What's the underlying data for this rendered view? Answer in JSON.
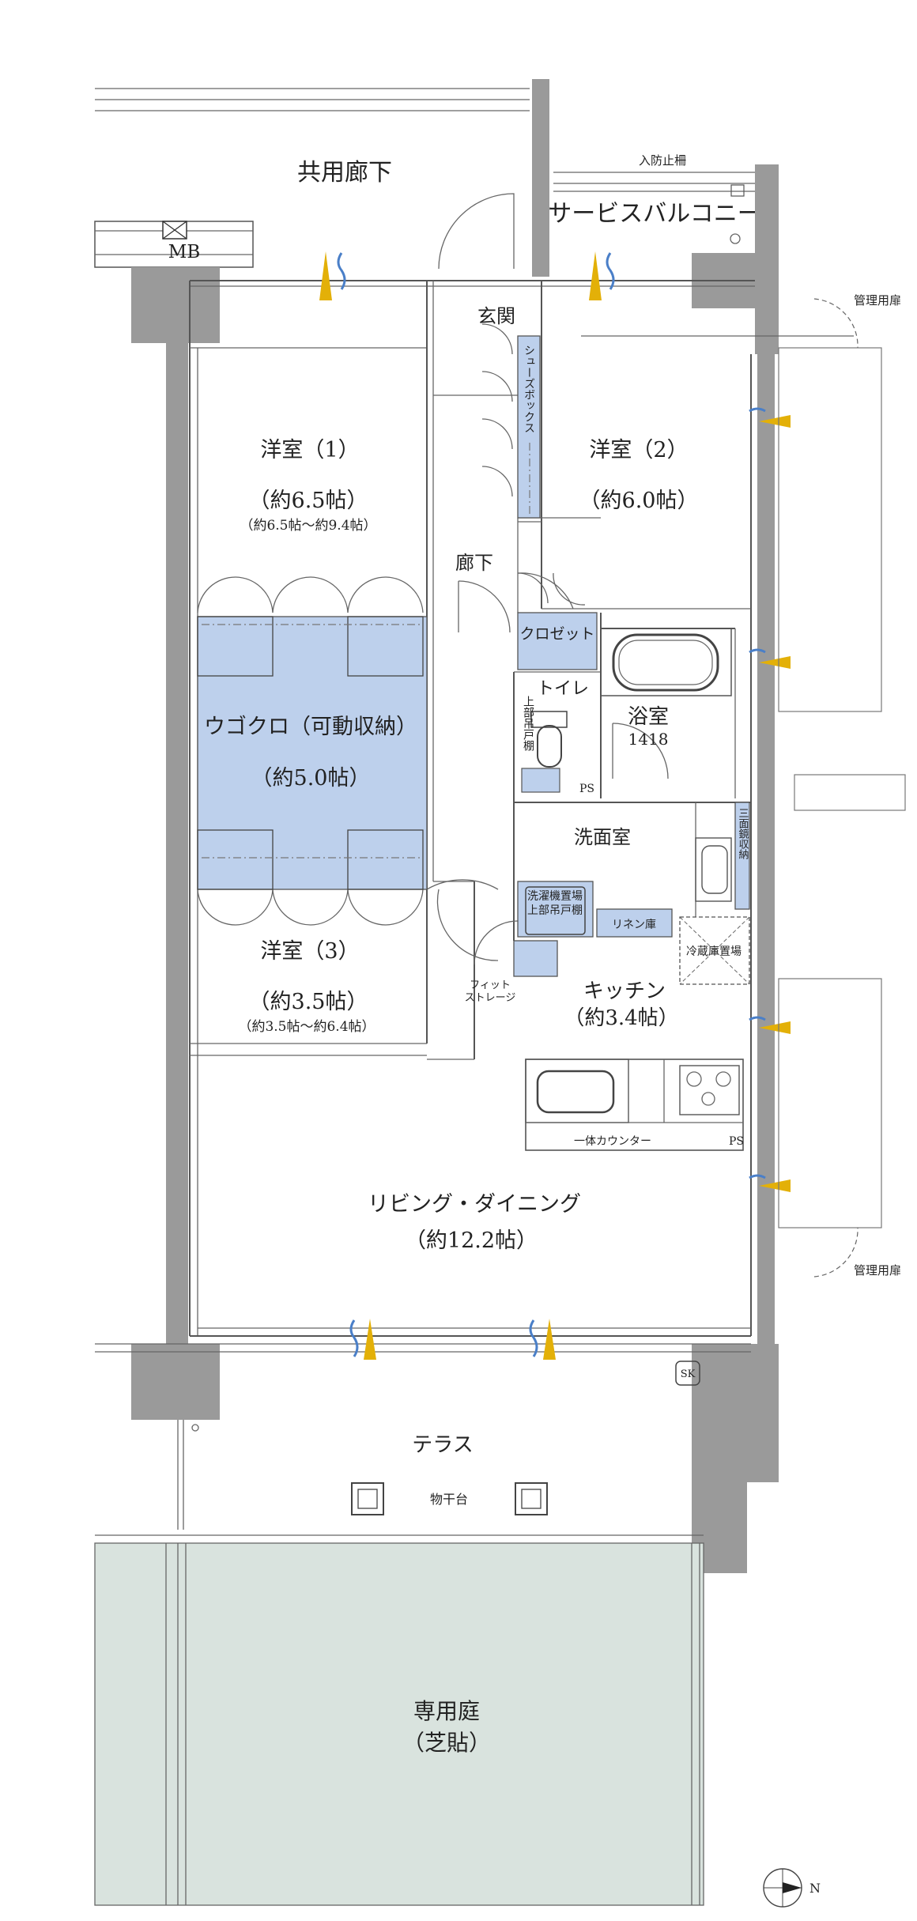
{
  "labels": {
    "corridor": "共用廊下",
    "mb": "MB",
    "fall_prevention": "入防止柵",
    "service_balcony": "サービスバルコニー",
    "management_door_top": "管理用扉",
    "management_door_bottom": "管理用扉",
    "entrance": "玄関",
    "shoes_box": "シューズボックス",
    "room1_name": "洋室（1）",
    "room1_size": "（約6.5帖）",
    "room1_range": "（約6.5帖～約9.4帖）",
    "room2_name": "洋室（2）",
    "room2_size": "（約6.0帖）",
    "hallway": "廊下",
    "closet": "クロゼット",
    "toilet": "トイレ",
    "upper_shelf": "上部吊戸棚",
    "ps_top": "PS",
    "bath_name": "浴室",
    "bath_size": "1418",
    "walkin_name": "ウゴクロ（可動収納）",
    "walkin_size": "（約5.0帖）",
    "washroom": "洗面室",
    "mirror_storage": "三面鏡収納",
    "washer_line1": "洗濯機置場",
    "washer_line2": "上部吊戸棚",
    "linen": "リネン庫",
    "fridge": "冷蔵庫置場",
    "fit_line1": "フィット",
    "fit_line2": "ストレージ",
    "room3_name": "洋室（3）",
    "room3_size": "（約3.5帖）",
    "room3_range": "（約3.5帖～約6.4帖）",
    "kitchen_name": "キッチン",
    "kitchen_size": "（約3.4帖）",
    "counter": "一体カウンター",
    "ps_bottom": "PS",
    "ldk_name": "リビング・ダイニング",
    "ldk_size": "（約12.2帖）",
    "sk": "SK",
    "terrace": "テラス",
    "drying_stand": "物干台",
    "garden_name": "専用庭",
    "garden_sub": "（芝貼）",
    "north": "N"
  },
  "colors": {
    "storage_fill": "#bdd0ec",
    "wall": "#9a9a9a",
    "garden": "#d9e3de",
    "vent_arrow": "#e3b008",
    "wind": "#4a7fc8"
  },
  "icons": [
    "wind-icon",
    "vent-arrow-icon",
    "stove-icon",
    "sink-icon",
    "toilet-icon",
    "bathtub-icon",
    "compass-icon",
    "drying-stand-icon"
  ]
}
